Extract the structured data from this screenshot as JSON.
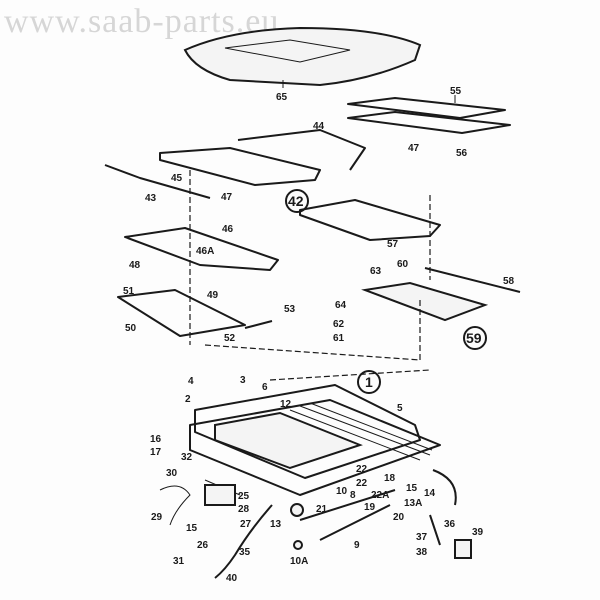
{
  "watermark": "www.saab-parts.eu",
  "callouts": [
    "65",
    "55",
    "44",
    "47",
    "56",
    "43",
    "45",
    "47",
    "42",
    "46",
    "46A",
    "48",
    "57",
    "60",
    "63",
    "58",
    "51",
    "49",
    "53",
    "64",
    "50",
    "52",
    "62",
    "61",
    "59",
    "4",
    "3",
    "6",
    "2",
    "1",
    "12",
    "5",
    "16",
    "17",
    "32",
    "30",
    "22",
    "18",
    "15",
    "14",
    "10",
    "8",
    "22A",
    "13A",
    "19",
    "20",
    "25",
    "28",
    "21",
    "29",
    "15",
    "27",
    "13",
    "36",
    "9",
    "37",
    "38",
    "39",
    "26",
    "35",
    "10A",
    "31",
    "40",
    "22"
  ]
}
